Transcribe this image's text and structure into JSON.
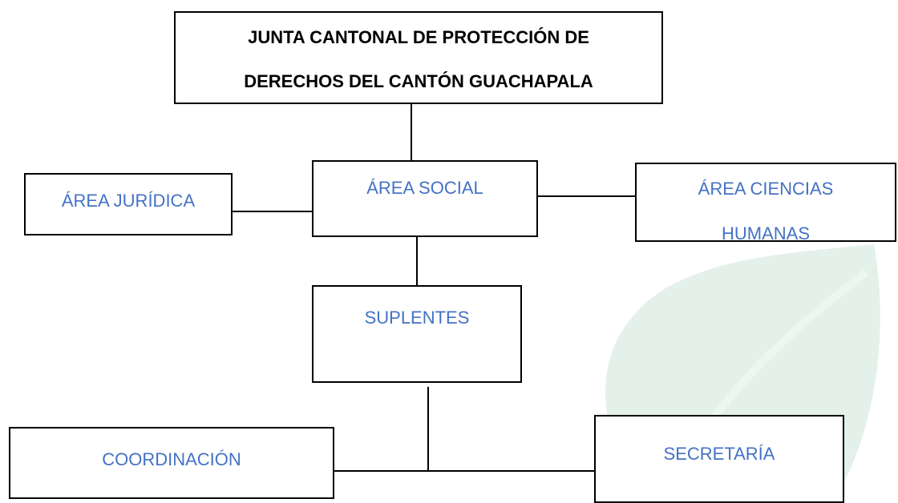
{
  "diagram": {
    "nodes": {
      "junta": {
        "line1": "JUNTA CANTONAL DE PROTECCIÓN DE",
        "line2": "DERECHOS DEL CANTÓN GUACHAPALA"
      },
      "area_social": "ÁREA SOCIAL",
      "area_juridica": "ÁREA JURÍDICA",
      "area_ciencias": {
        "line1": "ÁREA CIENCIAS",
        "line2": "HUMANAS"
      },
      "suplentes": "SUPLENTES",
      "coordinacion": "COORDINACIÓN",
      "secretaria": "SECRETARÍA"
    },
    "colors": {
      "node_text": "#4472c4",
      "title_text": "#000000",
      "border": "#000000",
      "watermark": "#e3f1ea"
    }
  }
}
